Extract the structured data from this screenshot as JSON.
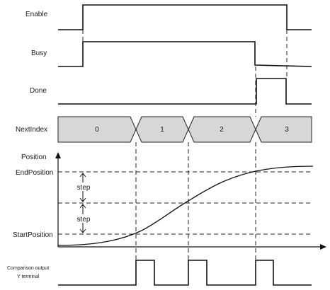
{
  "signals": {
    "enable": "Enable",
    "busy": "Busy",
    "done": "Done",
    "next_index": "NextIndex"
  },
  "next_index_values": [
    "0",
    "1",
    "2",
    "3"
  ],
  "position": {
    "axis_label": "Position",
    "end_label": "EndPosition",
    "start_label": "StartPosition",
    "step_label_1": "step",
    "step_label_2": "step"
  },
  "comparison_output": {
    "line1": "Comparison output",
    "line2": "Y terminal"
  }
}
